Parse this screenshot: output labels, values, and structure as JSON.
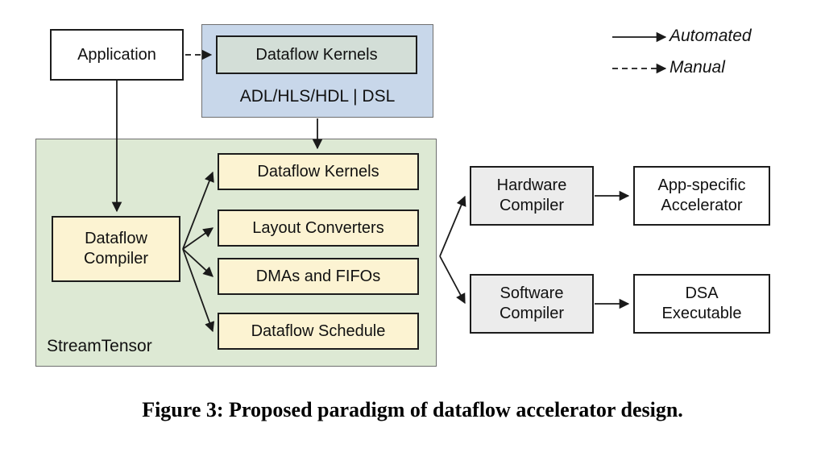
{
  "caption": "Figure 3: Proposed paradigm of dataflow accelerator design.",
  "legend": {
    "automated_label": "Automated",
    "manual_label": "Manual"
  },
  "diagram": {
    "application": "Application",
    "dsl_group": {
      "kernels": "Dataflow Kernels",
      "languages": "ADL/HLS/HDL | DSL"
    },
    "stream_tensor": {
      "label": "StreamTensor",
      "compiler": "Dataflow\nCompiler",
      "outputs": [
        "Dataflow Kernels",
        "Layout Converters",
        "DMAs and FIFOs",
        "Dataflow Schedule"
      ]
    },
    "hardware_compiler": "Hardware\nCompiler",
    "software_compiler": "Software\nCompiler",
    "accelerator": "App-specific\nAccelerator",
    "executable": "DSA\nExecutable"
  },
  "colors": {
    "dsl_container_fill": "#c8d7ea",
    "dsl_kernels_fill": "#d3ded7",
    "stream_tensor_fill": "#dde9d4",
    "task_fill": "#fcf3d2",
    "compiler_fill": "#ececec",
    "io_fill": "#ffffff"
  }
}
